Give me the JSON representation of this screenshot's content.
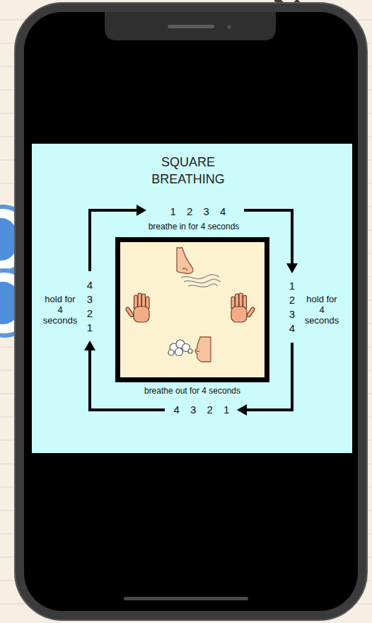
{
  "diagram": {
    "title": "SQUARE BREATHING",
    "labels": [
      "1 2 3 4",
      "breathe in for 4 seconds",
      "1 2 3 4",
      "hold for 4 seconds",
      "breathe out for 4 seconds",
      "4 3 2 1",
      "4 3 2 1",
      "hold for 4 seconds"
    ]
  }
}
